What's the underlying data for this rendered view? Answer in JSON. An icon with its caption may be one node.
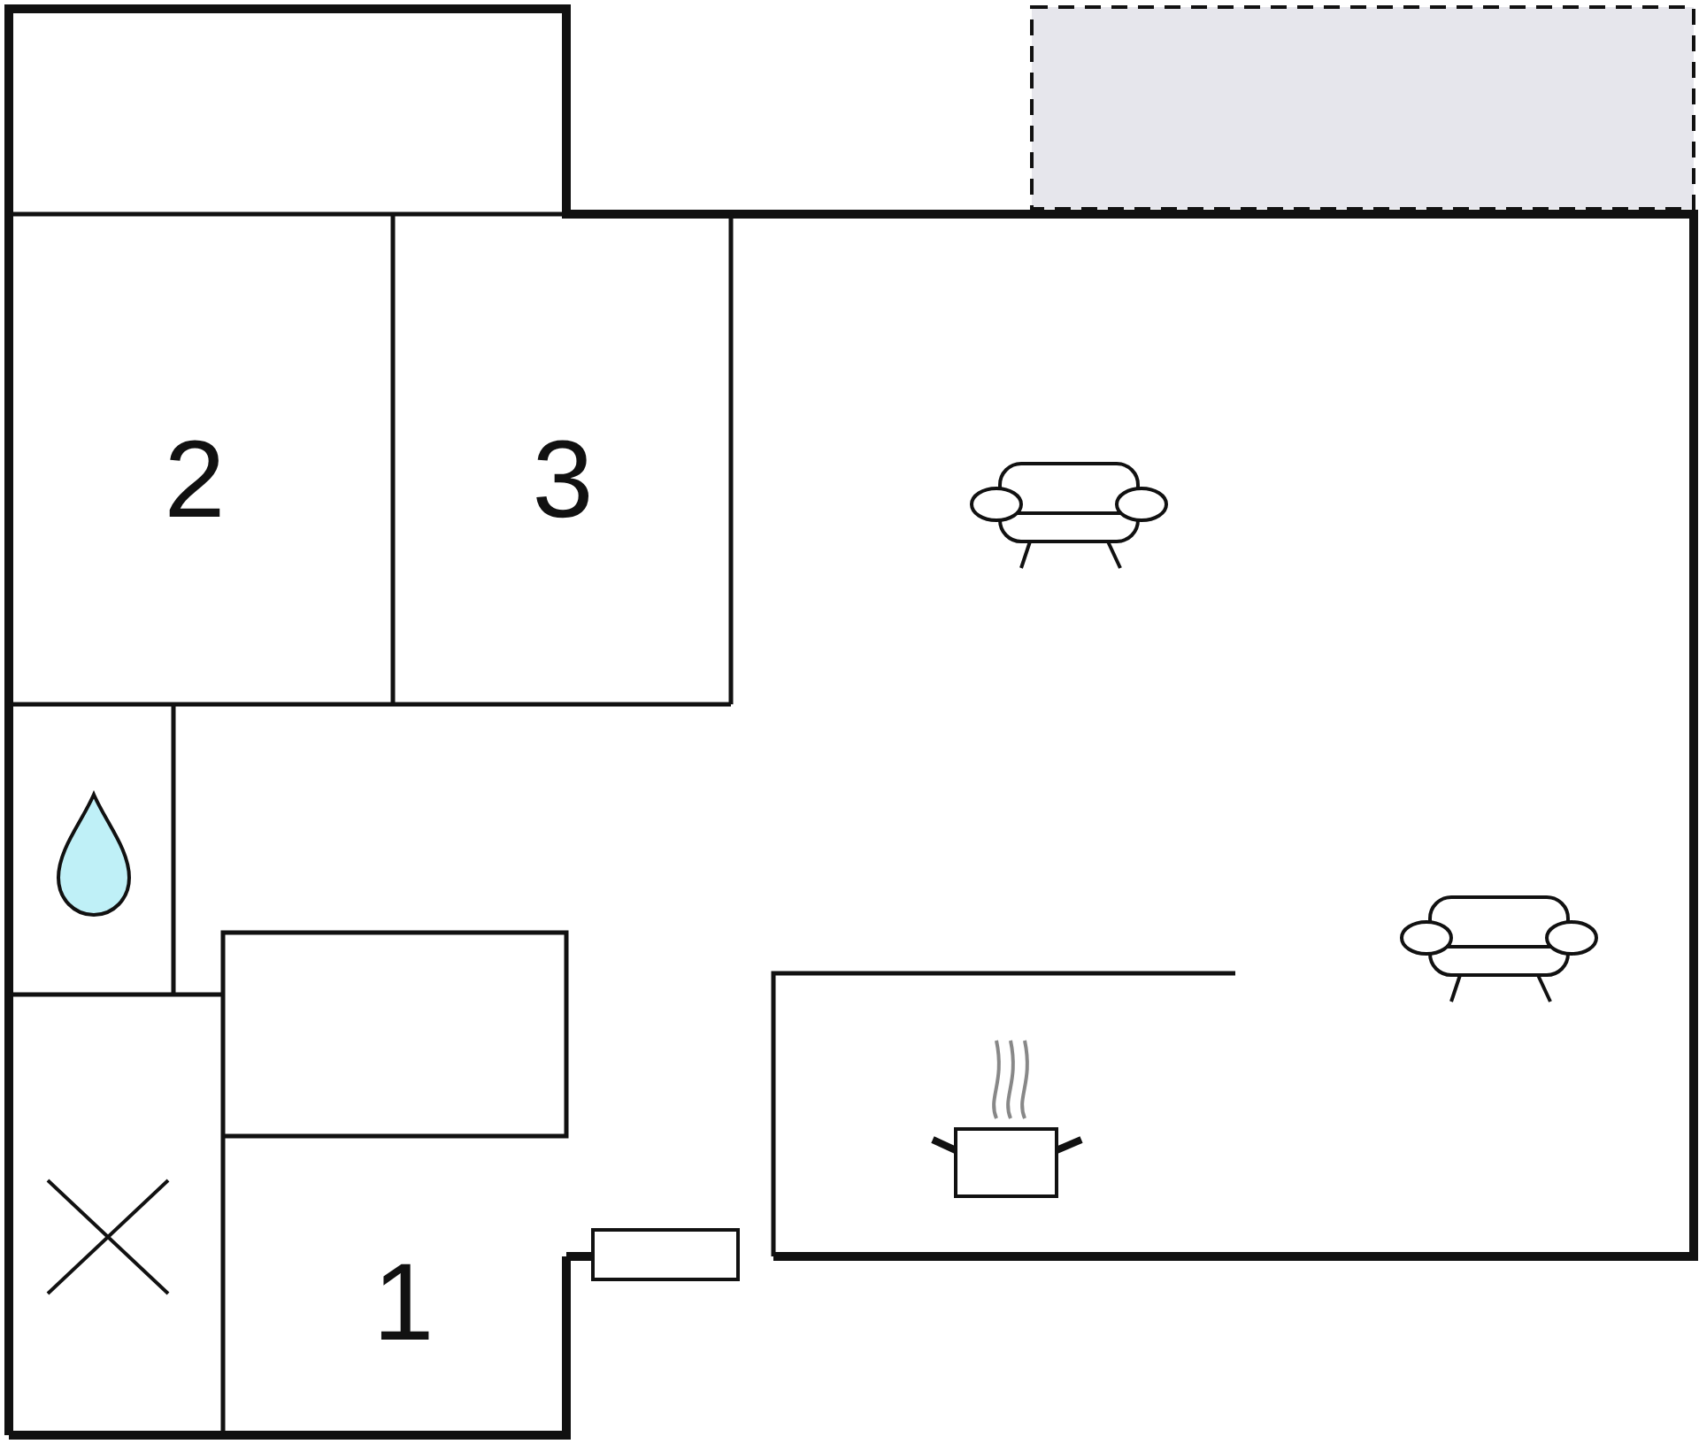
{
  "diagram": {
    "labels": [
      "2",
      "3",
      "1"
    ]
  }
}
